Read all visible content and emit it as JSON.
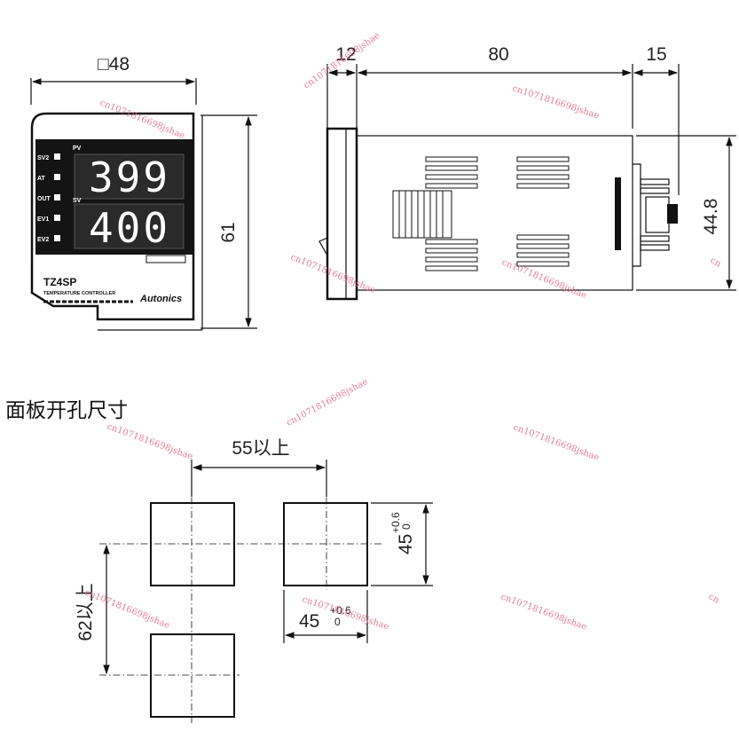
{
  "front_view": {
    "width_label": "□48",
    "height_label": "61",
    "pv_label": "PV",
    "sv_label": "SV",
    "pv_value": "399",
    "sv_value": "400",
    "indicators": [
      "SV2",
      "AT",
      "OUT",
      "EV1",
      "EV2"
    ],
    "model": "TZ4SP",
    "subtitle": "TEMPERATURE CONTROLLER",
    "brand": "Autonics"
  },
  "side_view": {
    "dim_front": "12",
    "dim_body": "80",
    "dim_terminal": "15",
    "dim_height": "44.8"
  },
  "cutout": {
    "title": "面板开孔尺寸",
    "horizontal_pitch": "55以上",
    "vertical_pitch": "62以上",
    "size_base": "45",
    "tol_upper": "+0.6",
    "tol_lower": "0"
  },
  "watermark": {
    "text": "cn1071816698jshae",
    "short": "cn"
  }
}
